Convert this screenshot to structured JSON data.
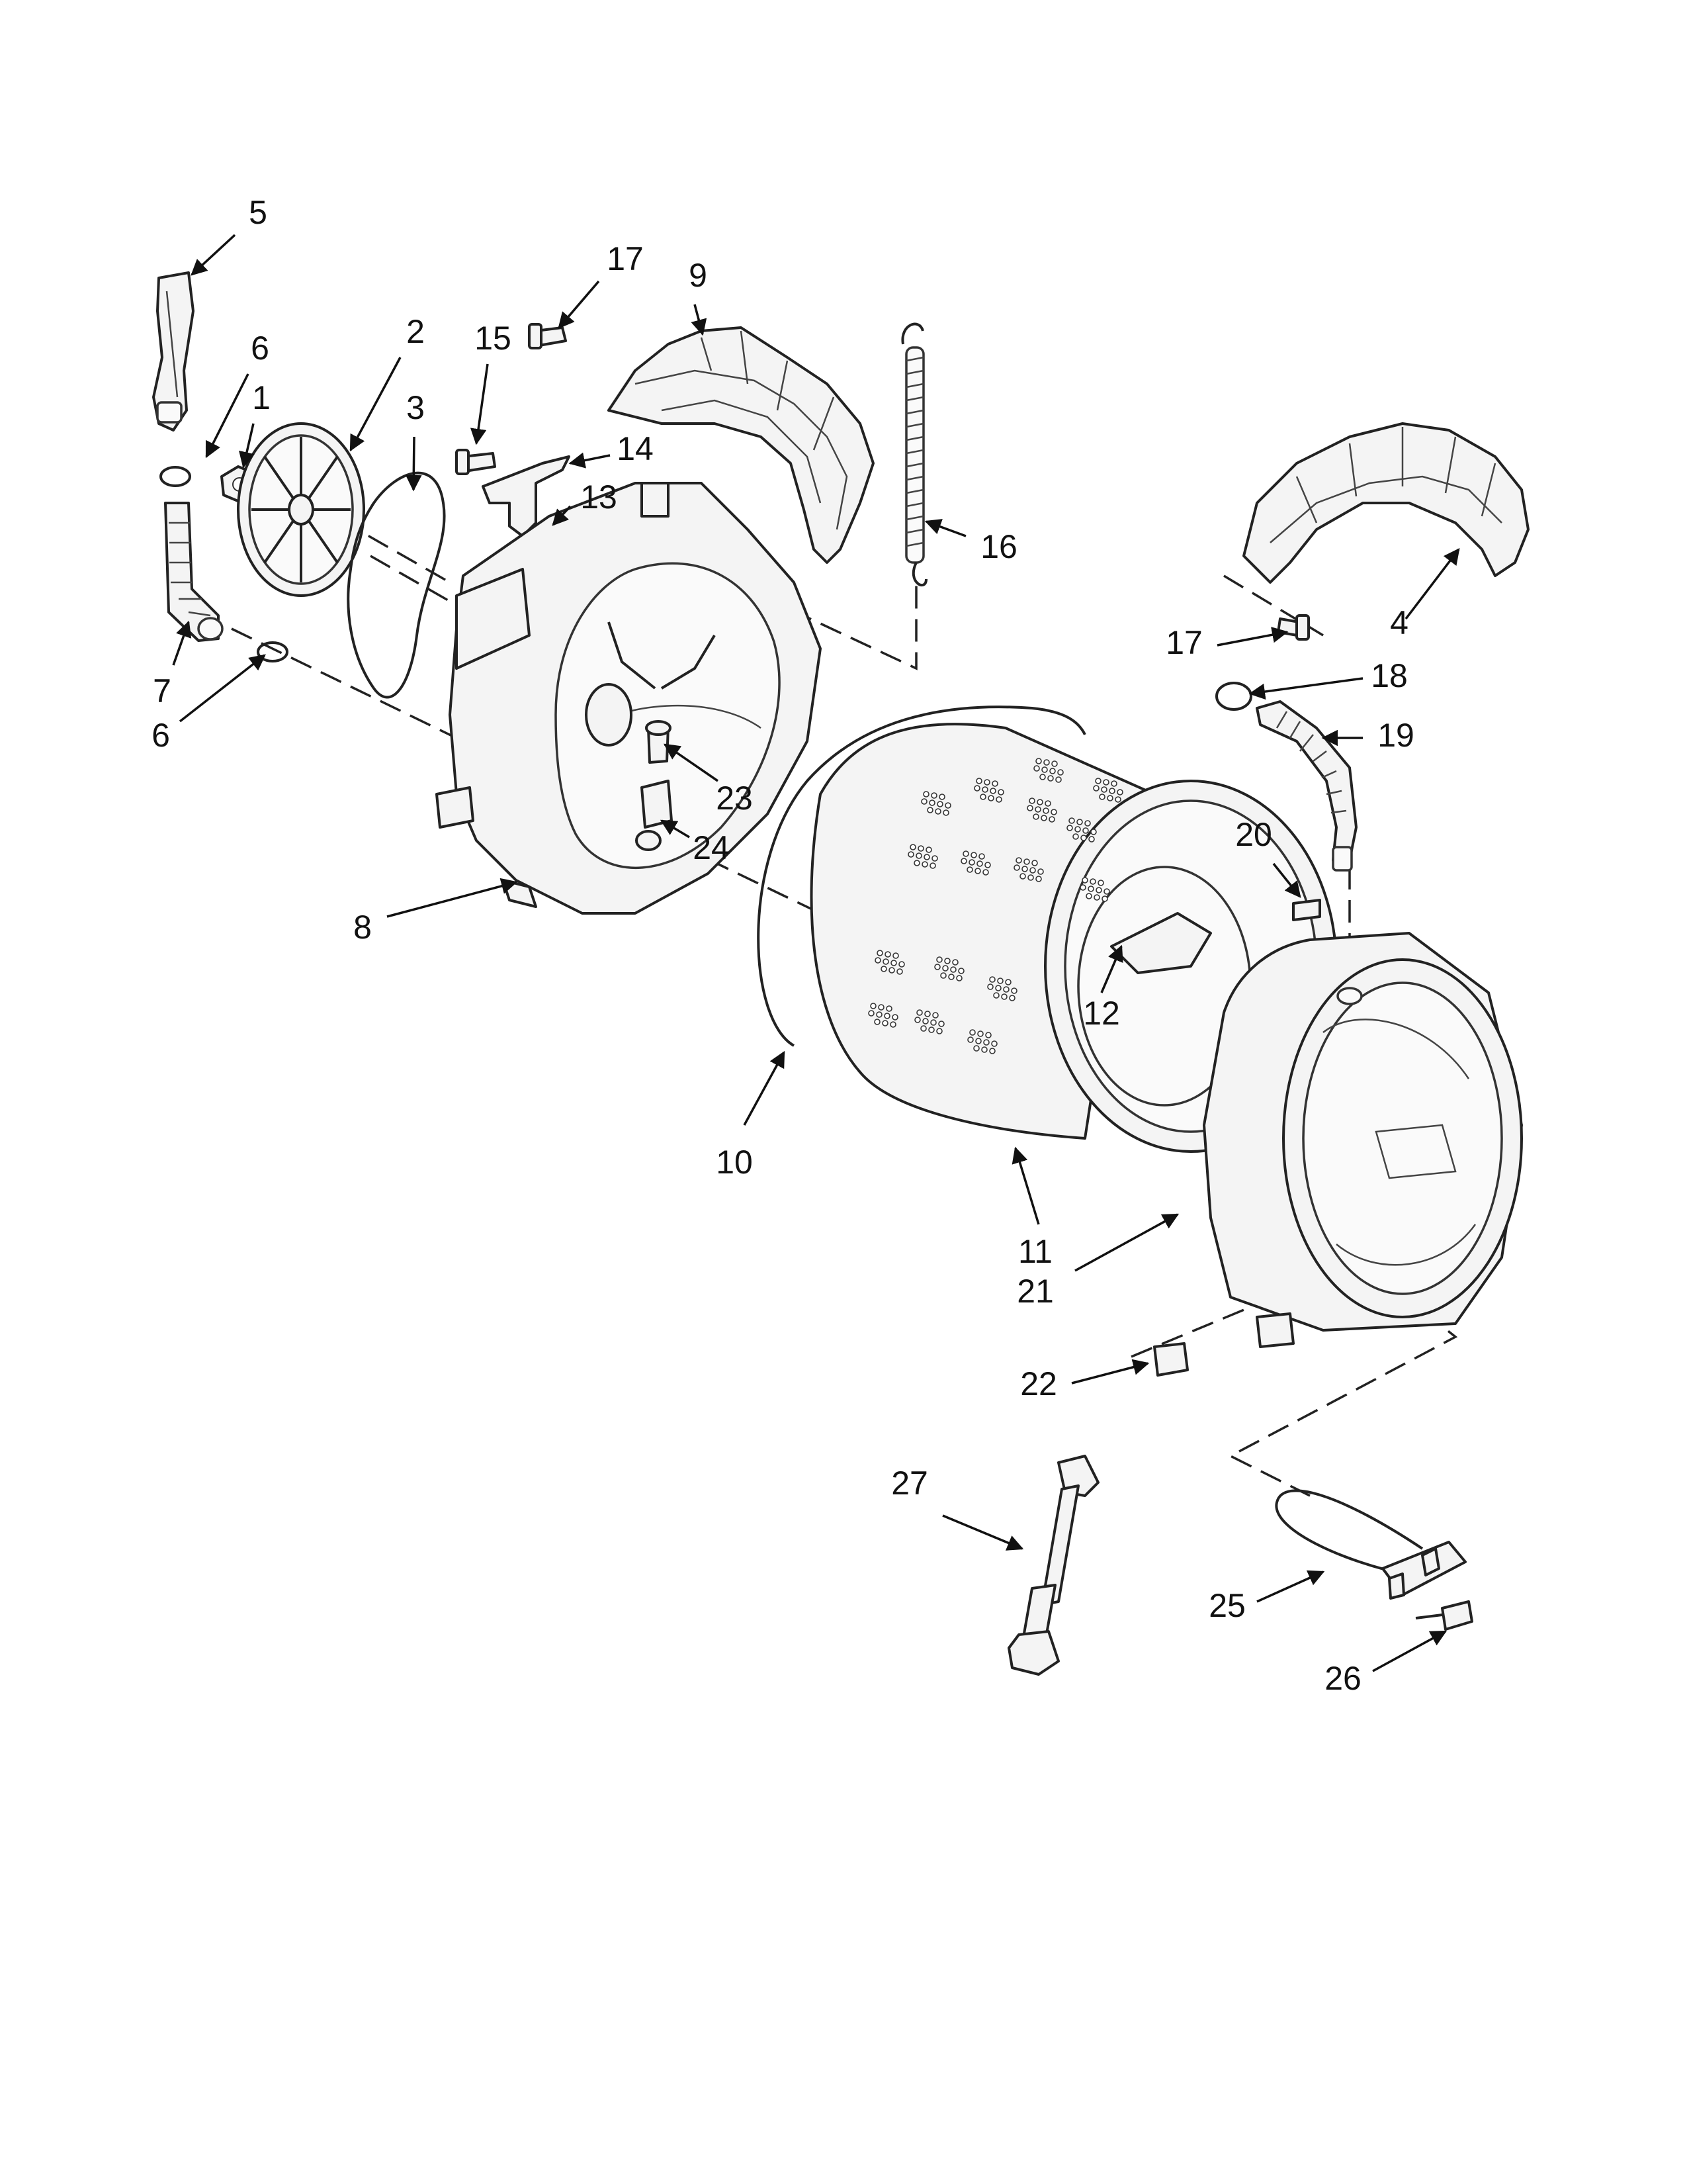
{
  "callouts": [
    {
      "id": "c5",
      "text": "5"
    },
    {
      "id": "c6a",
      "text": "6"
    },
    {
      "id": "c1",
      "text": "1"
    },
    {
      "id": "c2",
      "text": "2"
    },
    {
      "id": "c3",
      "text": "3"
    },
    {
      "id": "c15",
      "text": "15"
    },
    {
      "id": "c17a",
      "text": "17"
    },
    {
      "id": "c9",
      "text": "9"
    },
    {
      "id": "c14",
      "text": "14"
    },
    {
      "id": "c13",
      "text": "13"
    },
    {
      "id": "c16",
      "text": "16"
    },
    {
      "id": "c7",
      "text": "7"
    },
    {
      "id": "c6b",
      "text": "6"
    },
    {
      "id": "c23",
      "text": "23"
    },
    {
      "id": "c24",
      "text": "24"
    },
    {
      "id": "c8",
      "text": "8"
    },
    {
      "id": "c17b",
      "text": "17"
    },
    {
      "id": "c4",
      "text": "4"
    },
    {
      "id": "c18",
      "text": "18"
    },
    {
      "id": "c19",
      "text": "19"
    },
    {
      "id": "c20",
      "text": "20"
    },
    {
      "id": "c12",
      "text": "12"
    },
    {
      "id": "c10",
      "text": "10"
    },
    {
      "id": "c11",
      "text": "11"
    },
    {
      "id": "c21",
      "text": "21"
    },
    {
      "id": "c22",
      "text": "22"
    },
    {
      "id": "c27",
      "text": "27"
    },
    {
      "id": "c25",
      "text": "25"
    },
    {
      "id": "c26",
      "text": "26"
    }
  ]
}
